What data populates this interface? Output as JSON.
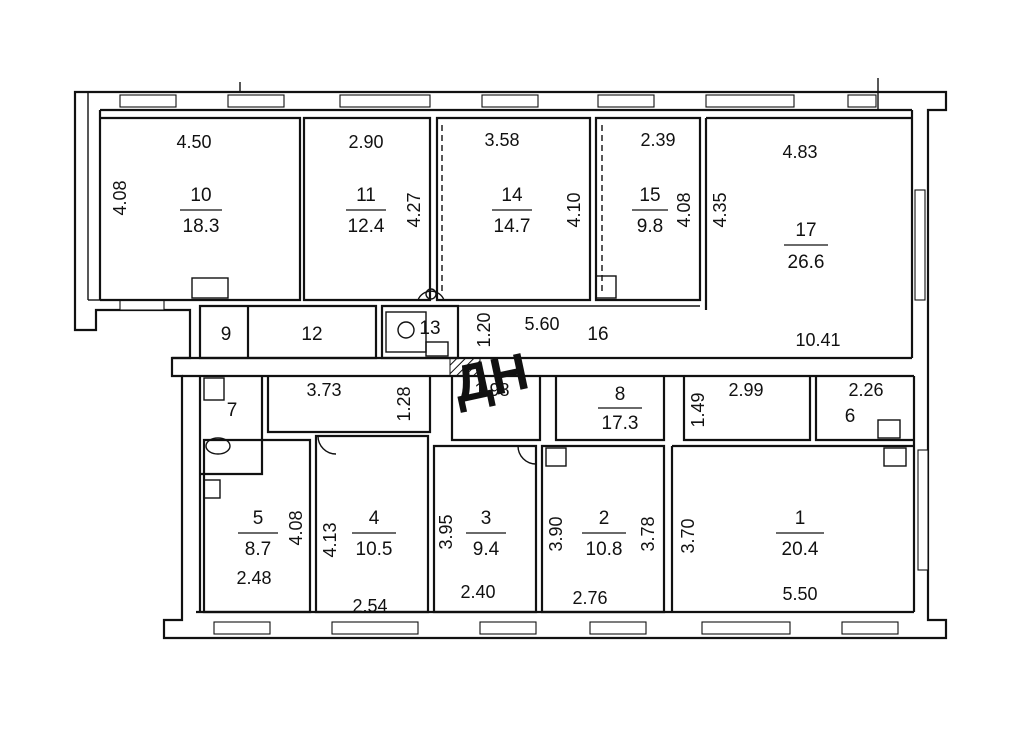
{
  "rooms": [
    {
      "id": "1",
      "area": "20.4"
    },
    {
      "id": "2",
      "area": "10.8"
    },
    {
      "id": "3",
      "area": "9.4"
    },
    {
      "id": "4",
      "area": "10.5"
    },
    {
      "id": "5",
      "area": "8.7"
    },
    {
      "id": "6",
      "area": ""
    },
    {
      "id": "7",
      "area": ""
    },
    {
      "id": "8",
      "area": "17.3"
    },
    {
      "id": "9",
      "area": ""
    },
    {
      "id": "10",
      "area": "18.3"
    },
    {
      "id": "11",
      "area": "12.4"
    },
    {
      "id": "12",
      "area": ""
    },
    {
      "id": "13",
      "area": ""
    },
    {
      "id": "14",
      "area": "14.7"
    },
    {
      "id": "15",
      "area": "9.8"
    },
    {
      "id": "16",
      "area": ""
    },
    {
      "id": "17",
      "area": "26.6"
    }
  ],
  "dimensions": {
    "r10_w": "4.50",
    "r10_h": "4.08",
    "r11_w": "2.90",
    "r11_h": "4.27",
    "r14_w": "3.58",
    "r14_h": "4.10",
    "r15_w": "2.39",
    "r15_h": "4.08",
    "r17_w": "4.83",
    "r17_h": "4.35",
    "corr16_len": "10.41",
    "corr16_w": "5.60",
    "corr16_h": "1.20",
    "c_left_w": "3.73",
    "c_left_h": "1.28",
    "c_mid_w": "1.98",
    "c_right_w": "2.99",
    "c_right_h": "1.49",
    "r6_w": "2.26",
    "r5_w": "2.48",
    "r5_h": "4.08",
    "r4_w": "2.54",
    "r4_h": "4.13",
    "r3_w": "2.40",
    "r3_h": "3.95",
    "r2_w": "2.76",
    "r2_h": "3.90",
    "r2_h2": "3.78",
    "r1_w": "5.50",
    "r1_h": "3.70"
  },
  "watermark": "ДН"
}
